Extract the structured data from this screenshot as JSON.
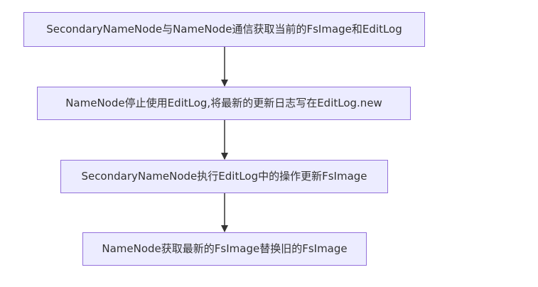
{
  "flowchart": {
    "nodes": [
      {
        "id": "n1",
        "label": "SecondaryNameNode与NameNode通信获取当前的FsImage和EditLog"
      },
      {
        "id": "n2",
        "label": "NameNode停止使用EditLog,将最新的更新日志写在EditLog.new"
      },
      {
        "id": "n3",
        "label": "SecondaryNameNode执行EditLog中的操作更新FsImage"
      },
      {
        "id": "n4",
        "label": "NameNode获取最新的FsImage替换旧的FsImage"
      }
    ],
    "edges": [
      {
        "from": "n1",
        "to": "n2"
      },
      {
        "from": "n2",
        "to": "n3"
      },
      {
        "from": "n3",
        "to": "n4"
      }
    ],
    "colors": {
      "node_fill": "#ececff",
      "node_border": "#9370db",
      "edge": "#333333",
      "text": "#333333"
    }
  }
}
